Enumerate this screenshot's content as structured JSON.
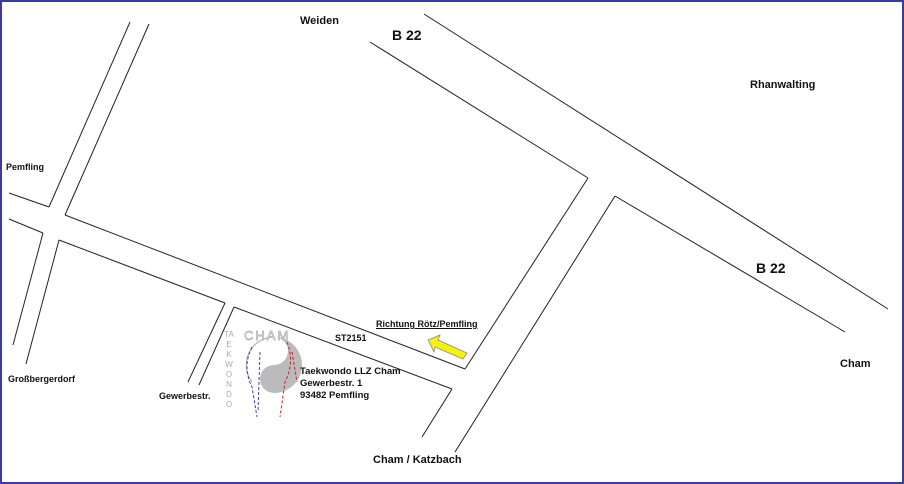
{
  "labels": {
    "weiden": "Weiden",
    "b22_top": "B 22",
    "rhanwalting": "Rhanwalting",
    "pemfling": "Pemfling",
    "b22_right": "B 22",
    "cham": "Cham",
    "grossbergerdorf": "Großbergerdorf",
    "gewerbestr": "Gewerbestr.",
    "st2151": "ST2151",
    "richtung": "Richtung Rötz/Pemfling",
    "cham_katzbach": "Cham / Katzbach"
  },
  "location": {
    "name": "Taekwondo LLZ Cham",
    "street": "Gewerbestr. 1",
    "city": "93482 Pemfling"
  },
  "logo": {
    "word": "CHAM",
    "vertical": "TAEKWONDO"
  },
  "colors": {
    "border": "#3a3aa0",
    "arrow": "#f2f20a",
    "road": "#222222"
  }
}
